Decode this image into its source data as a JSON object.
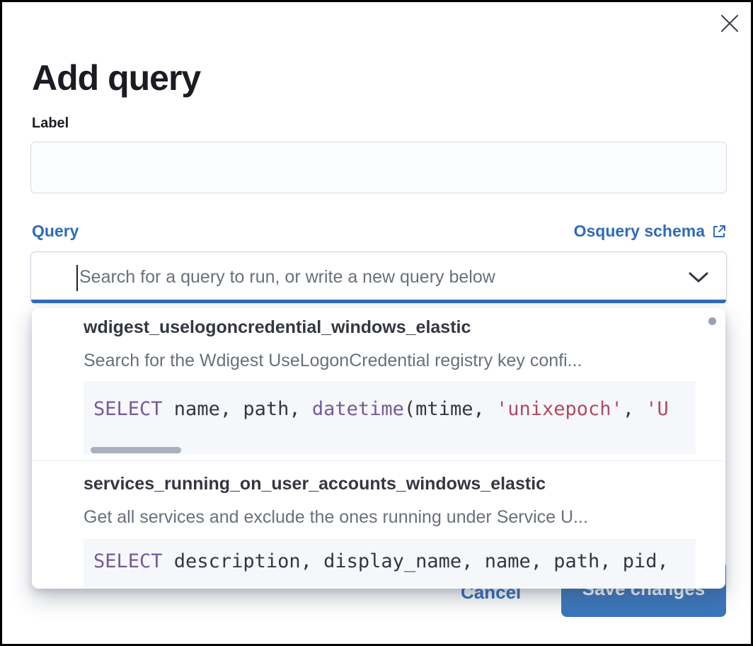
{
  "colors": {
    "accent": "#2e6cb8",
    "button_fill": "#3b76bb",
    "title_text": "#1a1c21",
    "muted_text": "#69707d",
    "border": "#d3dae6",
    "code_bg": "#f5f7fa",
    "code_keyword": "#765b96",
    "code_string": "#ad4c64",
    "code_plain": "#343741"
  },
  "modal": {
    "title": "Add query",
    "close_icon": "close-x"
  },
  "form": {
    "label_field": {
      "label": "Label",
      "value": ""
    },
    "query_field": {
      "label": "Query",
      "schema_link_label": "Osquery schema",
      "external_link_icon": "external-link",
      "chevron_icon": "chevron-down",
      "value": "",
      "placeholder": "Search for a query to run, or write a new query below"
    }
  },
  "dropdown": {
    "options": [
      {
        "title": "wdigest_uselogoncredential_windows_elastic",
        "description": "Search for the Wdigest UseLogonCredential registry key confi...",
        "code": [
          {
            "type": "keyword",
            "text": "SELECT"
          },
          {
            "type": "plain",
            "text": " name, path, "
          },
          {
            "type": "keyword",
            "text": "datetime"
          },
          {
            "type": "plain",
            "text": "(mtime, "
          },
          {
            "type": "string",
            "text": "'unixepoch'"
          },
          {
            "type": "plain",
            "text": ", "
          },
          {
            "type": "string",
            "text": "'U"
          }
        ],
        "has_horizontal_scrollbar": true
      },
      {
        "title": "services_running_on_user_accounts_windows_elastic",
        "description": "Get all services and exclude the ones running under Service U...",
        "code": [
          {
            "type": "keyword",
            "text": "SELECT"
          },
          {
            "type": "plain",
            "text": " description, display_name, name, path, pid,"
          }
        ],
        "has_horizontal_scrollbar": false
      }
    ],
    "has_vertical_scrollbar": true
  },
  "footer": {
    "cancel_label": "Cancel",
    "save_label": "Save changes"
  }
}
